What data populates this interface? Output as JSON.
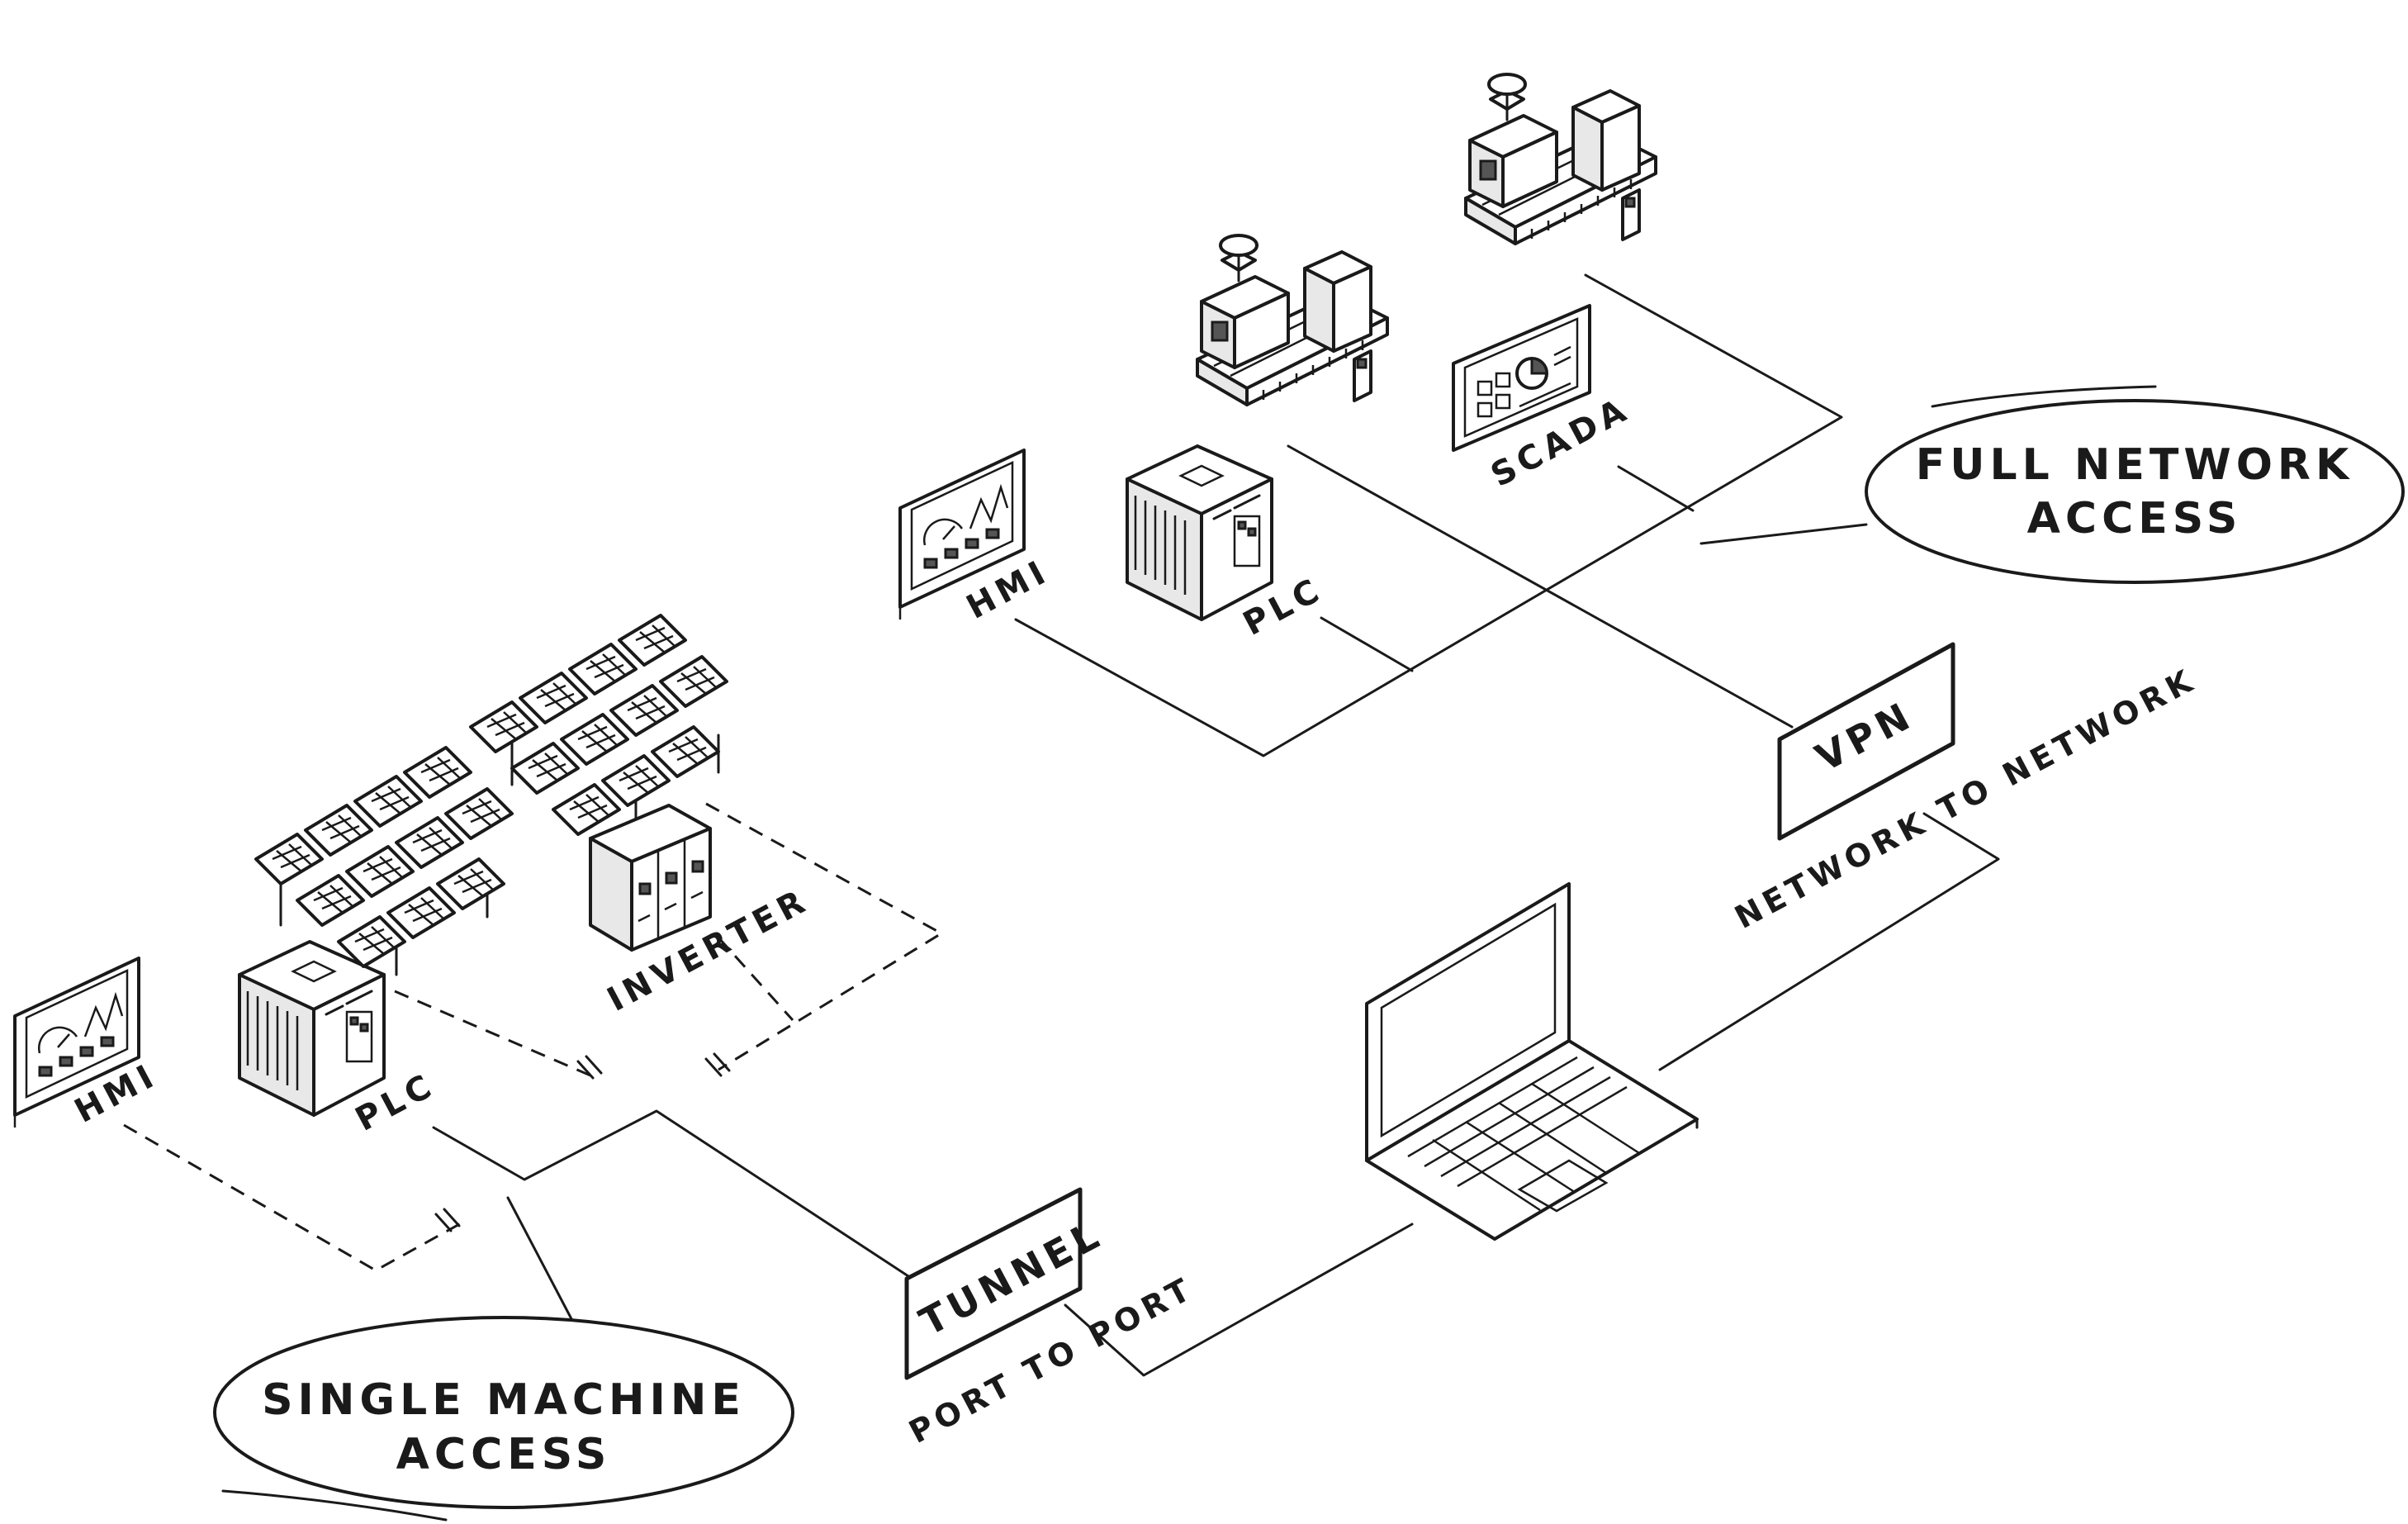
{
  "labels": {
    "hmi_left": "HMI",
    "plc_left": "PLC",
    "inverter": "INVERTER",
    "hmi_top": "HMI",
    "plc_top": "PLC",
    "scada": "SCADA",
    "tunnel": "TUNNEL",
    "port_to_port": "PORT TO PORT",
    "vpn": "VPN",
    "network_to_network": "NETWORK TO NETWORK",
    "single_machine_line1": "SINGLE MACHINE",
    "single_machine_line2": "ACCESS",
    "full_network_line1": "FULL NETWORK",
    "full_network_line2": "ACCESS"
  },
  "icons": [
    "hmi-icon",
    "plc-icon",
    "solar-panel-icon",
    "inverter-icon",
    "scada-icon",
    "machine-icon",
    "laptop-icon"
  ],
  "colors": {
    "ink": "#1a1a1a",
    "paper": "#ffffff"
  }
}
